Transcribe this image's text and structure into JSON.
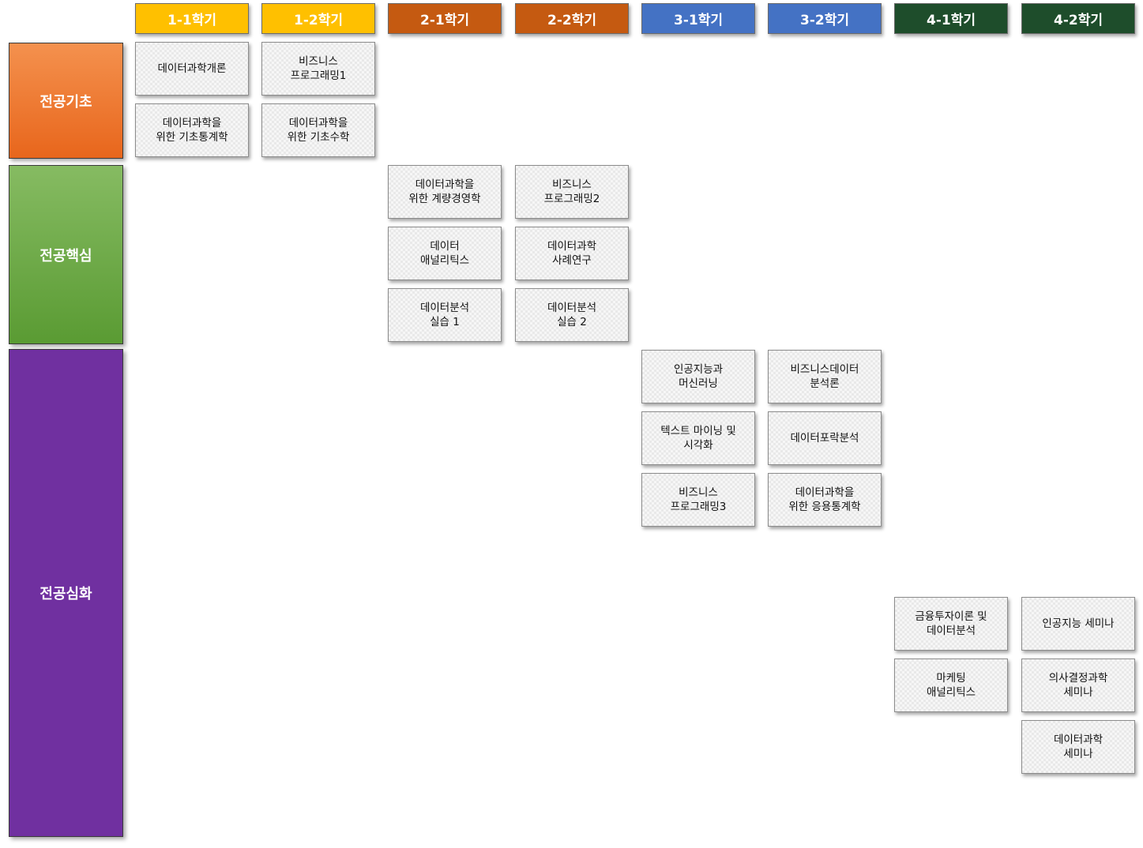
{
  "semesters": [
    {
      "label": "1-1학기",
      "color": "#FFC000",
      "text_color": "#ffffff"
    },
    {
      "label": "1-2학기",
      "color": "#FFC000",
      "text_color": "#ffffff"
    },
    {
      "label": "2-1학기",
      "color": "#C55A11",
      "text_color": "#ffffff"
    },
    {
      "label": "2-2학기",
      "color": "#C55A11",
      "text_color": "#ffffff"
    },
    {
      "label": "3-1학기",
      "color": "#4472C4",
      "text_color": "#ffffff"
    },
    {
      "label": "3-2학기",
      "color": "#4472C4",
      "text_color": "#ffffff"
    },
    {
      "label": "4-1학기",
      "color": "#1E4D2B",
      "text_color": "#ffffff"
    },
    {
      "label": "4-2학기",
      "color": "#1E4D2B",
      "text_color": "#ffffff"
    }
  ],
  "categories": [
    {
      "label": "전공기초",
      "color_top": "#F4914E",
      "color_bottom": "#E8661C"
    },
    {
      "label": "전공핵심",
      "color_top": "#86BB62",
      "color_bottom": "#5A9B33"
    },
    {
      "label": "전공심화",
      "color_top": "#7030A0",
      "color_bottom": "#7030A0"
    }
  ],
  "courses": [
    {
      "semester": "1-1학기",
      "category": "전공기초",
      "label": "데이터과학개론"
    },
    {
      "semester": "1-1학기",
      "category": "전공기초",
      "label": "데이터과학을\n위한 기초통계학"
    },
    {
      "semester": "1-2학기",
      "category": "전공기초",
      "label": "비즈니스\n프로그래밍1"
    },
    {
      "semester": "1-2학기",
      "category": "전공기초",
      "label": "데이터과학을\n위한 기초수학"
    },
    {
      "semester": "2-1학기",
      "category": "전공핵심",
      "label": "데이터과학을\n위한 계량경영학"
    },
    {
      "semester": "2-1학기",
      "category": "전공핵심",
      "label": "데이터\n애널리틱스"
    },
    {
      "semester": "2-1학기",
      "category": "전공핵심",
      "label": "데이터분석\n실습 1"
    },
    {
      "semester": "2-2학기",
      "category": "전공핵심",
      "label": "비즈니스\n프로그래밍2"
    },
    {
      "semester": "2-2학기",
      "category": "전공핵심",
      "label": "데이터과학\n사례연구"
    },
    {
      "semester": "2-2학기",
      "category": "전공핵심",
      "label": "데이터분석\n실습 2"
    },
    {
      "semester": "3-1학기",
      "category": "전공심화",
      "label": "인공지능과\n머신러닝"
    },
    {
      "semester": "3-1학기",
      "category": "전공심화",
      "label": "텍스트 마이닝 및\n시각화"
    },
    {
      "semester": "3-1학기",
      "category": "전공심화",
      "label": "비즈니스\n프로그래밍3"
    },
    {
      "semester": "3-2학기",
      "category": "전공심화",
      "label": "비즈니스데이터\n분석론"
    },
    {
      "semester": "3-2학기",
      "category": "전공심화",
      "label": "데이터포락분석"
    },
    {
      "semester": "3-2학기",
      "category": "전공심화",
      "label": "데이터과학을\n위한 응용통계학"
    },
    {
      "semester": "4-1학기",
      "category": "전공심화",
      "label": "금융투자이론 및\n데이터분석"
    },
    {
      "semester": "4-1학기",
      "category": "전공심화",
      "label": "마케팅\n애널리틱스"
    },
    {
      "semester": "4-2학기",
      "category": "전공심화",
      "label": "인공지능 세미나"
    },
    {
      "semester": "4-2학기",
      "category": "전공심화",
      "label": "의사결정과학\n세미나"
    },
    {
      "semester": "4-2학기",
      "category": "전공심화",
      "label": "데이터과학\n세미나"
    }
  ]
}
